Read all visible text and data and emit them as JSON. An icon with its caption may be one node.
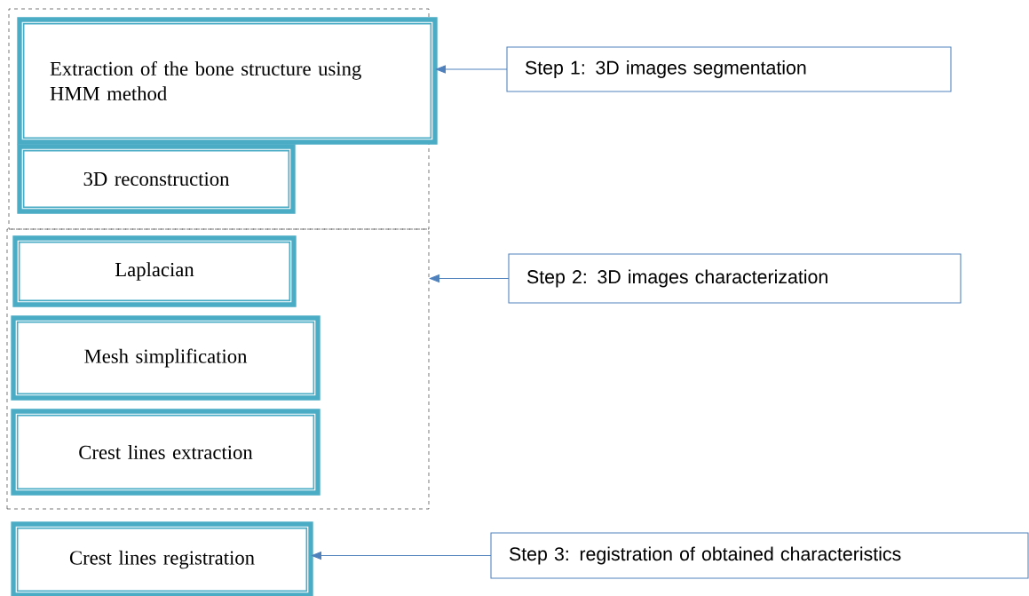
{
  "diagram": {
    "nodes": [
      {
        "text": [],
        "shape": "box"
      },
      {
        "text": [
          "Extraction of the bone structure using HMM method"
        ],
        "in": 0
      },
      {
        "text": [
          "3D reconstruction"
        ],
        "in": 0
      },
      {
        "text": [],
        "shape": "box"
      },
      {
        "text": [
          "Laplacian"
        ],
        "in": 3
      },
      {
        "text": [
          "Mesh simplification"
        ],
        "in": 3
      },
      {
        "text": [
          "Crest lines extraction"
        ],
        "in": 3
      },
      {
        "text": [
          "Crest lines registration"
        ]
      },
      {
        "text": [
          "Step 1: 3D images segmentation"
        ]
      },
      {
        "text": [
          "Step 2: 3D images characterization"
        ]
      },
      {
        "text": [
          "Step 3: registration of obtained characteristics"
        ]
      }
    ],
    "edges": [
      {
        "from": 8,
        "to": 1,
        "arrow": "to"
      },
      {
        "from": 9,
        "to": 3,
        "arrow": "to"
      },
      {
        "from": 10,
        "to": 7,
        "arrow": "to"
      }
    ]
  }
}
